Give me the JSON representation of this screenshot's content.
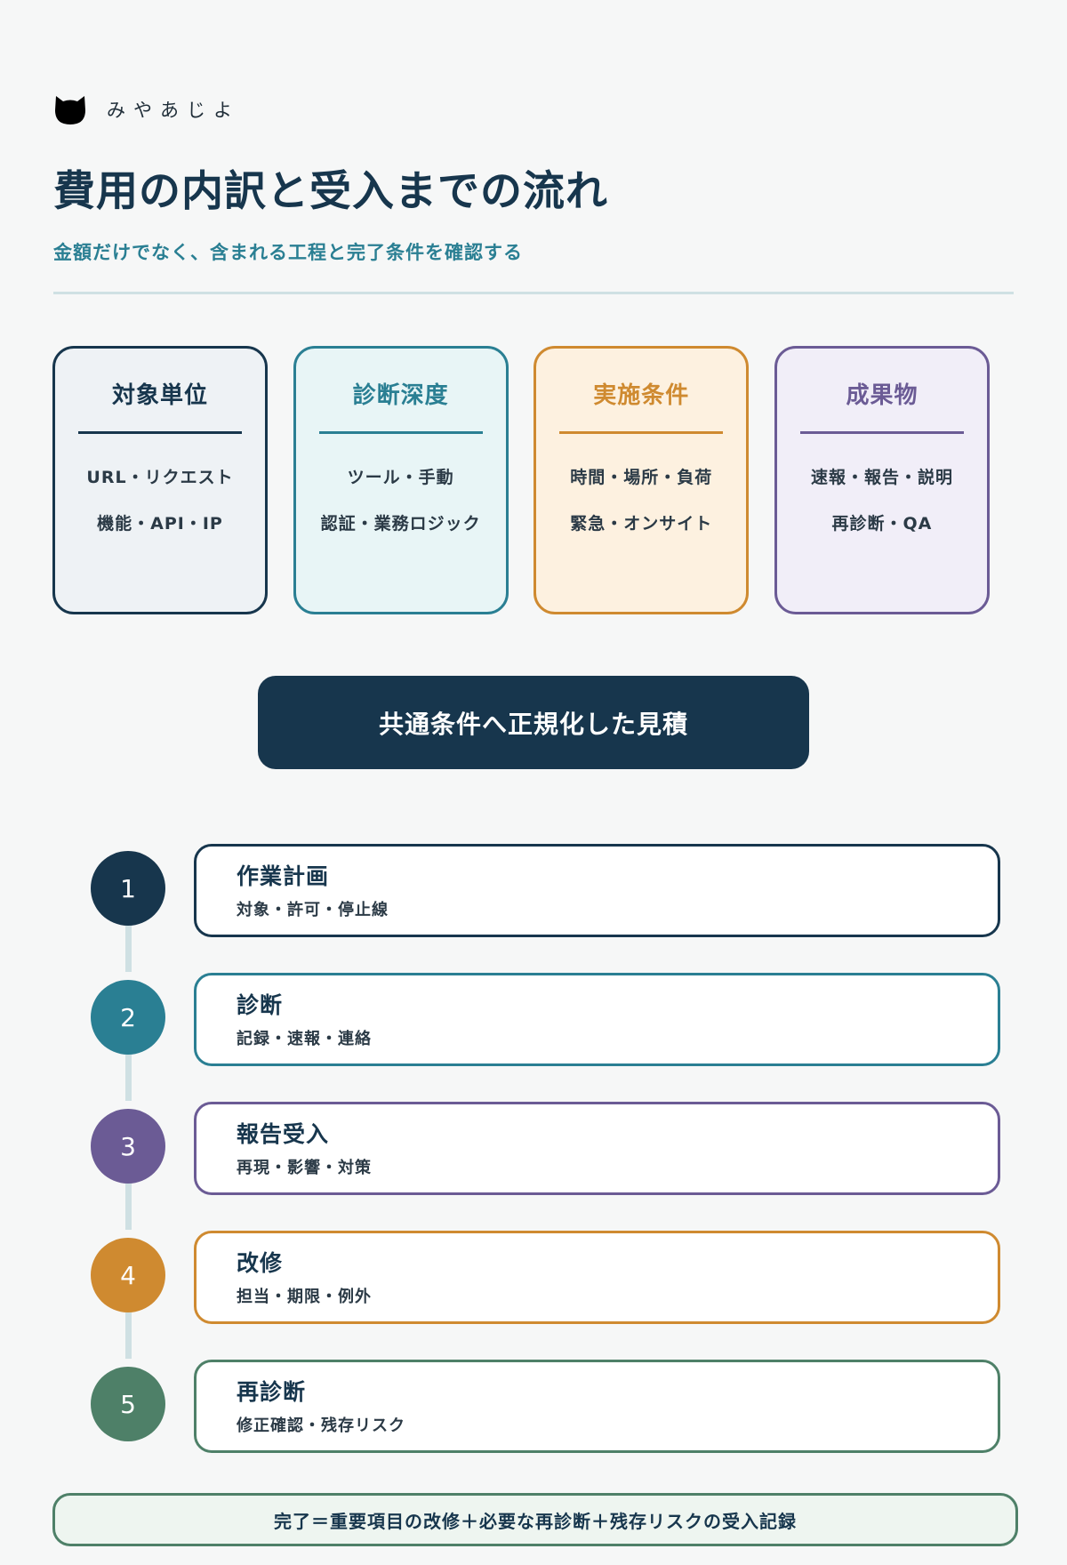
{
  "brand": {
    "name": "みやあじよ",
    "icon": "cat-head-icon"
  },
  "title": "費用の内訳と受入までの流れ",
  "subtitle": "金額だけでなく、含まれる工程と完了条件を確認する",
  "cards": [
    {
      "title": "対象単位",
      "line1": "URL・リクエスト",
      "line2": "機能・API・IP",
      "color": "#17364d",
      "bg": "#eef2f5"
    },
    {
      "title": "診断深度",
      "line1": "ツール・手動",
      "line2": "認証・業務ロジック",
      "color": "#2a7f93",
      "bg": "#e8f5f6"
    },
    {
      "title": "実施条件",
      "line1": "時間・場所・負荷",
      "line2": "緊急・オンサイト",
      "color": "#cf8a30",
      "bg": "#fdf1e0"
    },
    {
      "title": "成果物",
      "line1": "速報・報告・説明",
      "line2": "再診断・QA",
      "color": "#6b5b95",
      "bg": "#f1eef8"
    }
  ],
  "summary_button": "共通条件へ正規化した見積",
  "steps": [
    {
      "number": "1",
      "title": "作業計画",
      "desc": "対象・許可・停止線",
      "color": "#17364d"
    },
    {
      "number": "2",
      "title": "診断",
      "desc": "記録・速報・連絡",
      "color": "#2a7f93"
    },
    {
      "number": "3",
      "title": "報告受入",
      "desc": "再現・影響・対策",
      "color": "#6b5b95"
    },
    {
      "number": "4",
      "title": "改修",
      "desc": "担当・期限・例外",
      "color": "#cf8a30"
    },
    {
      "number": "5",
      "title": "再診断",
      "desc": "修正確認・残存リスク",
      "color": "#4e8068"
    }
  ],
  "footer": "完了＝重要項目の改修＋必要な再診断＋残存リスクの受入記録"
}
